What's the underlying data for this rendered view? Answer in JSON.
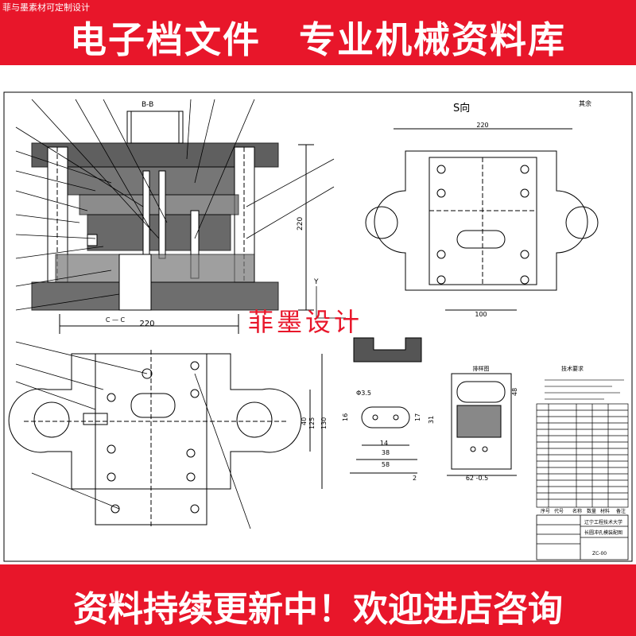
{
  "header": {
    "tag": "菲与墨素材可定制设计",
    "title": "电子档文件　专业机械资料库"
  },
  "footer": {
    "title": "资料持续更新中！欢迎进店咨询"
  },
  "watermark": "菲墨设计",
  "drawing": {
    "section_bb": "B-B",
    "section_cc": "C — C",
    "view_s": "S向",
    "view_label_right": "其余",
    "dim_220_bottom": "220",
    "dim_220_height": "220",
    "dim_220_top_right": "220",
    "dim_100": "100",
    "dim_40": "40",
    "dim_125": "125",
    "dim_130": "130",
    "dim_14": "14",
    "dim_38": "38",
    "dim_58": "58",
    "dim_16": "16",
    "dim_17": "17",
    "dim_31": "31",
    "dim_phi35": "Φ3.5",
    "dim_48": "48",
    "dim_62": "62 -0.5",
    "dim_2": "2",
    "y_axis": "Y",
    "part_view_title": "排样图",
    "tech_req_title": "技术要求",
    "title_block_school": "辽宁工程技术大学",
    "title_block_name": "长圆冲孔模装配图",
    "title_block_code": "ZC-00",
    "table_headers": [
      "序号",
      "代号",
      "名称",
      "数量",
      "材料",
      "备注"
    ]
  }
}
